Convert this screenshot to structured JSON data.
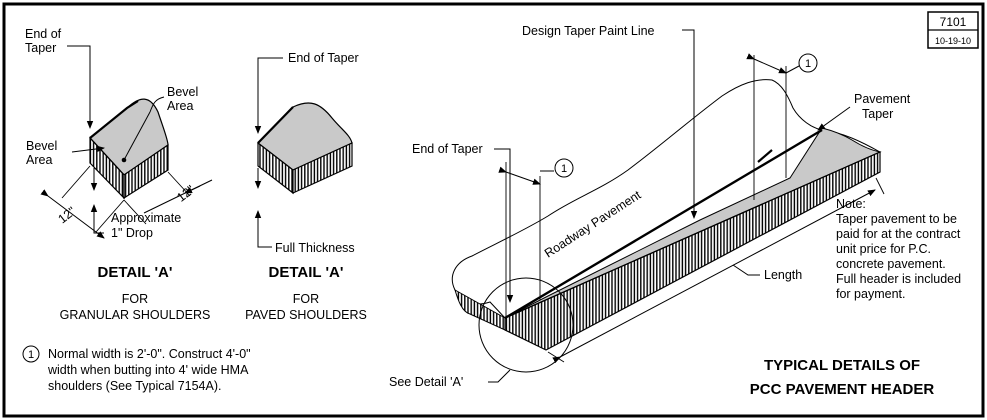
{
  "sheet": {
    "number": "7101",
    "date": "10-19-10",
    "title_line1": "TYPICAL DETAILS OF",
    "title_line2": "PCC PAVEMENT HEADER"
  },
  "detail_granular": {
    "end_of_taper_line1": "End of",
    "end_of_taper_line2": "Taper",
    "bevel_area_top_line1": "Bevel",
    "bevel_area_top_line2": "Area",
    "bevel_area_left_line1": "Bevel",
    "bevel_area_left_line2": "Area",
    "dim_left": "12\"",
    "dim_right": "12\"",
    "drop_line1": "Approximate",
    "drop_line2": "1\" Drop",
    "title": "DETAIL 'A'",
    "for": "FOR",
    "subtitle": "GRANULAR SHOULDERS"
  },
  "detail_paved": {
    "end_of_taper": "End of Taper",
    "full_thickness": "Full Thickness",
    "title": "DETAIL 'A'",
    "for": "FOR",
    "subtitle": "PAVED SHOULDERS"
  },
  "footnote": {
    "marker": "1",
    "line1": "Normal width is 2'-0\". Construct 4'-0\"",
    "line2": "width when butting into 4' wide HMA",
    "line3": "shoulders (See Typical 7154A)."
  },
  "main_view": {
    "design_taper_paint_line": "Design Taper Paint Line",
    "marker_top": "1",
    "pavement_taper_line1": "Pavement",
    "pavement_taper_line2": "Taper",
    "end_of_taper": "End of Taper",
    "marker_mid": "1",
    "roadway_pavement": "Roadway Pavement",
    "length": "Length",
    "see_detail": "See Detail 'A'"
  },
  "note": {
    "heading": "Note:",
    "line1": "Taper pavement to be",
    "line2": "paid for at the contract",
    "line3": "unit price for P.C.",
    "line4": "concrete pavement.",
    "line5": "Full header is included",
    "line6": "for payment."
  }
}
